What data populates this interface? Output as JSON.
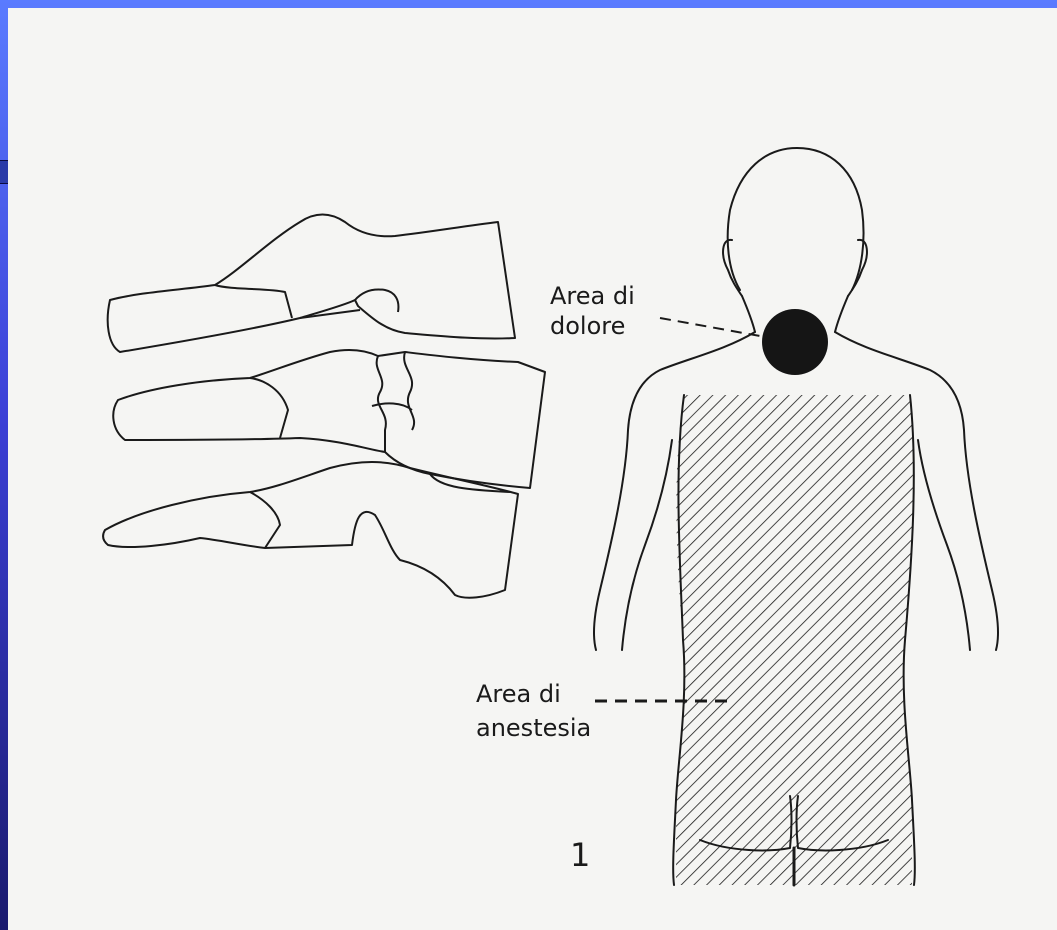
{
  "labels": {
    "pain_line1": "Area di",
    "pain_line2": "dolore",
    "anesthesia_line1": "Area di",
    "anesthesia_line2": "anestesia",
    "figure_number": "1"
  },
  "colors": {
    "ink": "#1a1a1a",
    "paper": "#f5f5f3",
    "pain_fill": "#151515",
    "slide_gradient_top": "#5a7bff",
    "slide_gradient_bottom": "#1a1a6e"
  }
}
